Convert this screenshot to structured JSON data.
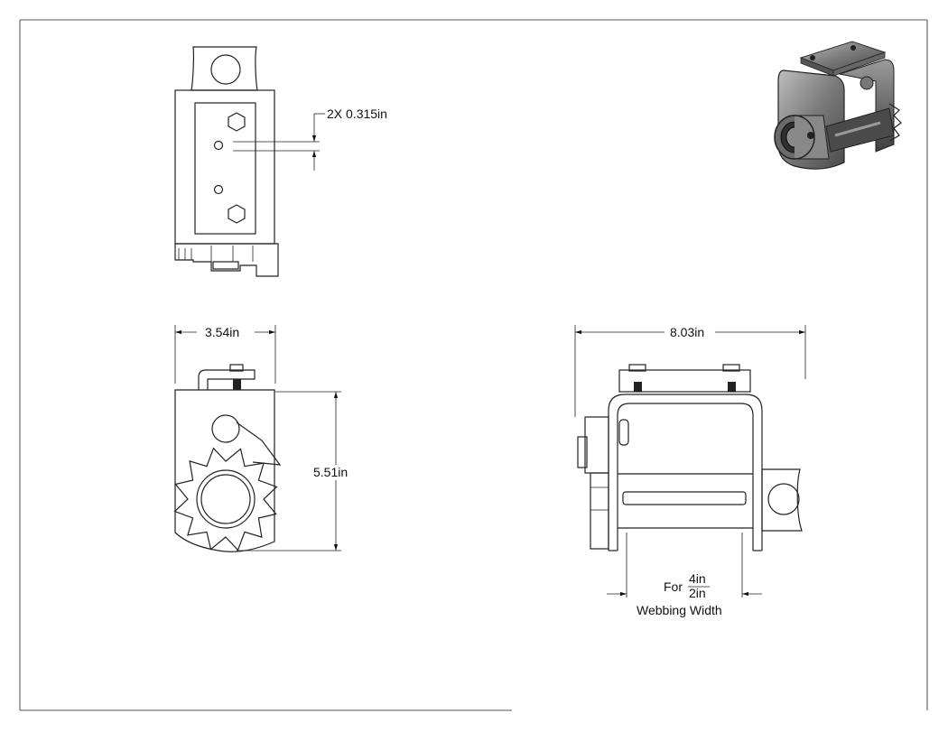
{
  "dimensions": {
    "hole_spacing": "2X 0.315in",
    "width": "3.54in",
    "height": "5.51in",
    "length": "8.03in",
    "webbing_prefix": "For",
    "webbing_top": "4in",
    "webbing_bottom": "2in",
    "webbing_label": "Webbing Width"
  },
  "views": [
    "top-view",
    "side-view",
    "front-view",
    "isometric-view"
  ],
  "colors": {
    "line": "#222222",
    "paper": "#ffffff",
    "render_dark": "#3a3a3a",
    "render_mid": "#8a8a8a"
  }
}
